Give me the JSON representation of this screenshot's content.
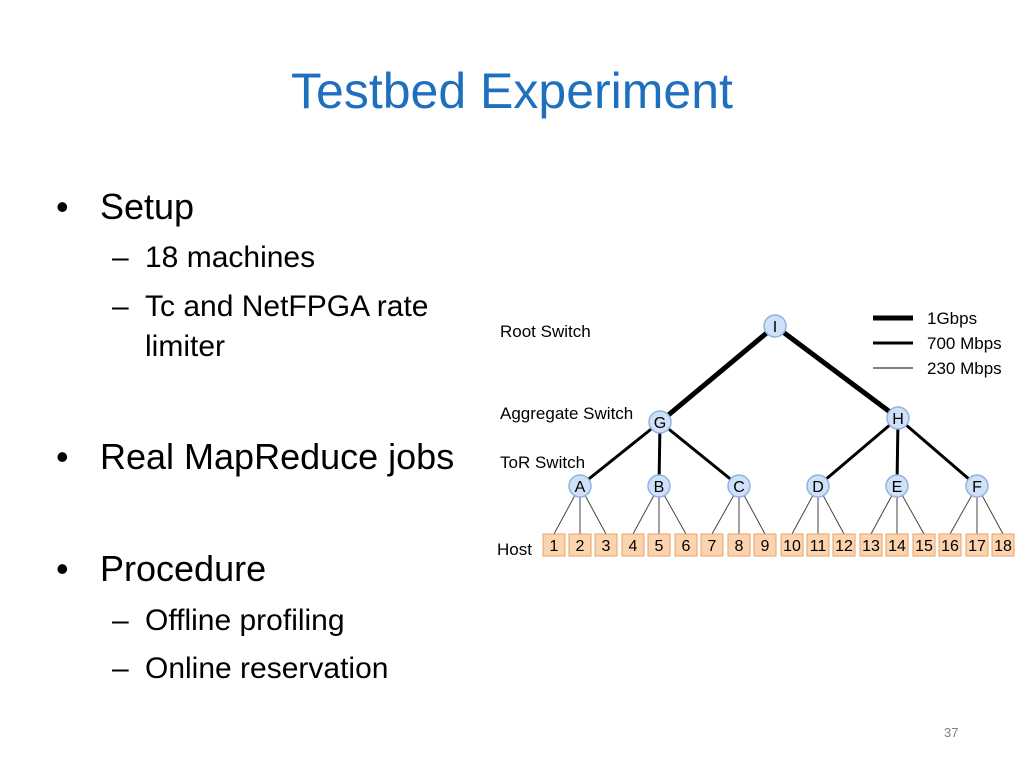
{
  "slide": {
    "title": "Testbed Experiment",
    "number": "37"
  },
  "bullets": [
    {
      "label": "Setup",
      "subitems": [
        "18 machines",
        "Tc and NetFPGA rate",
        "limiter"
      ]
    },
    {
      "label": "Real MapReduce jobs",
      "subitems": []
    },
    {
      "label": "Procedure",
      "subitems": [
        "Offline profiling",
        "Online reservation"
      ]
    }
  ],
  "diagram": {
    "layer_labels": {
      "root": "Root Switch",
      "aggregate": "Aggregate Switch",
      "tor": "ToR Switch",
      "host": "Host"
    },
    "legend": [
      "1Gbps",
      "700 Mbps",
      "230 Mbps"
    ],
    "nodes": {
      "root": "I",
      "aggregate": [
        "G",
        "H"
      ],
      "tor": [
        "A",
        "B",
        "C",
        "D",
        "E",
        "F"
      ]
    },
    "hosts": [
      "1",
      "2",
      "3",
      "4",
      "5",
      "6",
      "7",
      "8",
      "9",
      "10",
      "11",
      "12",
      "13",
      "14",
      "15",
      "16",
      "17",
      "18"
    ],
    "colors": {
      "title": "#1f6fbf",
      "node_fill": "#cfe0f7",
      "node_stroke": "#8db3e2",
      "host_fill": "#fbd3ae",
      "host_stroke": "#e9a36b"
    }
  }
}
